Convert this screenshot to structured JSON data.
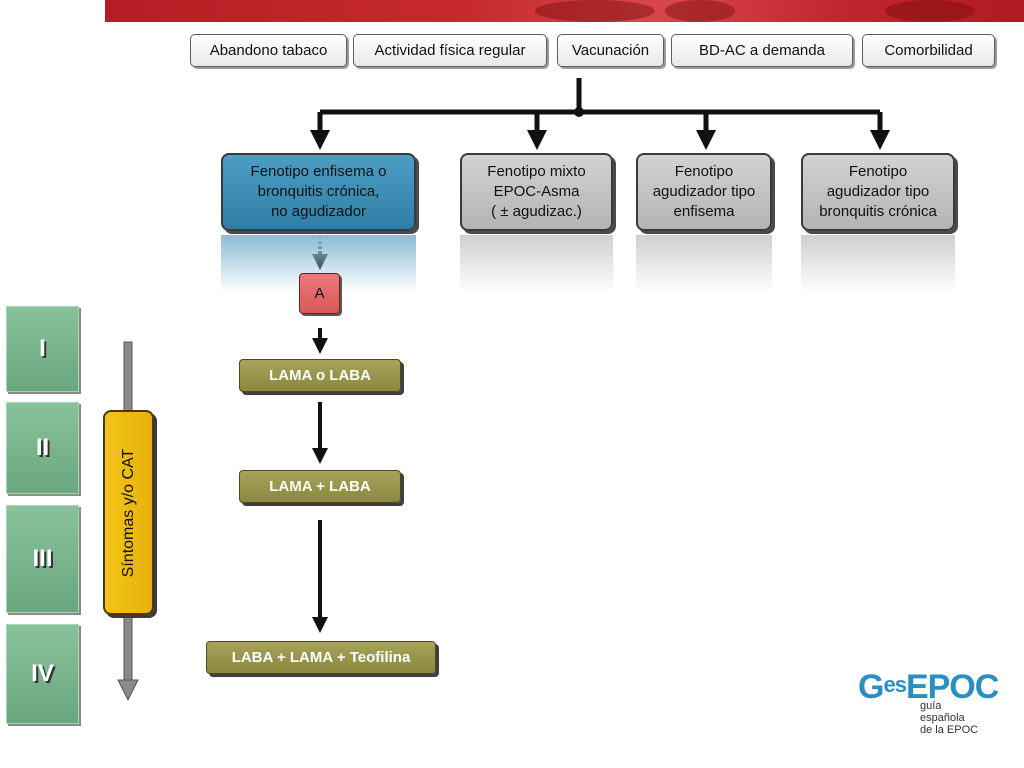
{
  "interventions": [
    {
      "label": "Abandono tabaco"
    },
    {
      "label": "Actividad física regular"
    },
    {
      "label": "Vacunación"
    },
    {
      "label": "BD-AC a demanda"
    },
    {
      "label": "Comorbilidad"
    }
  ],
  "phenotypes": [
    {
      "label": "Fenotipo enfisema o\nbronquitis crónica,\nno agudizador"
    },
    {
      "label": "Fenotipo mixto\nEPOC-Asma\n( ± agudizac.)"
    },
    {
      "label": "Fenotipo\nagudizador tipo\nenfisema"
    },
    {
      "label": "Fenotipo\nagudizador tipo\nbronquitis crónica"
    }
  ],
  "phenotype_a": {
    "label": "A"
  },
  "treatments": [
    {
      "label": "LAMA o LABA"
    },
    {
      "label": "LAMA + LABA"
    },
    {
      "label": "LABA + LAMA + Teofilina"
    }
  ],
  "severity_levels": [
    {
      "label": "I"
    },
    {
      "label": "II"
    },
    {
      "label": "III"
    },
    {
      "label": "IV"
    }
  ],
  "symptoms_axis": {
    "label": "Síntomas y/o CAT"
  },
  "logo": {
    "brand_prefix": "G",
    "brand_small": "es",
    "brand_suffix": "EPOC",
    "tagline": "guía\nespañola\nde la EPOC"
  },
  "colors": {
    "phenotype_active": "#3d8fb8",
    "phenotype_inactive": "#c3c3c3",
    "treatment": "#9a954b",
    "level": "#7ab58c",
    "symptoms": "#eebd12",
    "brand": "#2a8fc0",
    "header_band": "#c0262d"
  }
}
